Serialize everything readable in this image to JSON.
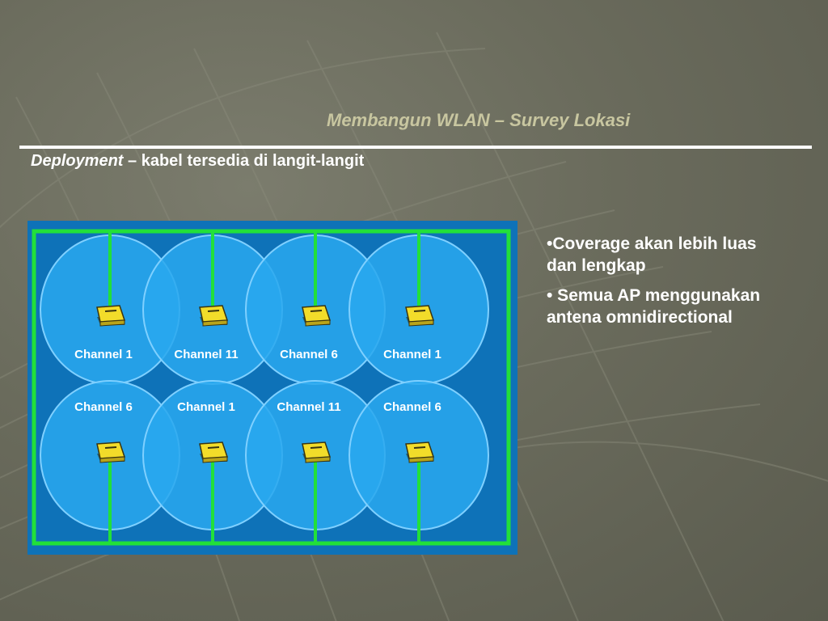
{
  "slide": {
    "title": "Membangun WLAN – Survey Lokasi",
    "subtitle_emphasis": "Deployment",
    "subtitle_rest": " – kabel tersedia di langit-langit"
  },
  "bullets": [
    "•Coverage akan lebih luas dan lengkap",
    "• Semua AP menggunakan antena omnidirectional"
  ],
  "diagram": {
    "cells": [
      {
        "label": "Channel 1"
      },
      {
        "label": "Channel 11"
      },
      {
        "label": "Channel 6"
      },
      {
        "label": "Channel 1"
      },
      {
        "label": "Channel 6"
      },
      {
        "label": "Channel 1"
      },
      {
        "label": "Channel 11"
      },
      {
        "label": "Channel 6"
      }
    ],
    "colors": {
      "background": "#0e72b8",
      "coverage": "#29a8ee",
      "coverage_edge": "#7fd0ff",
      "cable": "#22e03a",
      "access_point": "#f2dc2a",
      "label": "#ffffff"
    }
  },
  "theme": {
    "title_color": "#c8c6a0",
    "text_color": "#ffffff"
  }
}
